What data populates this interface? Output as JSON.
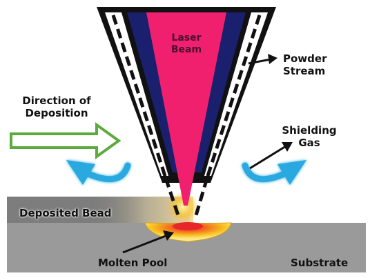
{
  "labels": {
    "laser_beam_line1": "Laser",
    "laser_beam_line2": "Beam",
    "powder_stream_line1": "Powder",
    "powder_stream_line2": "Stream",
    "direction_line1": "Direction of",
    "direction_line2": "Deposition",
    "shielding_line1": "Shielding",
    "shielding_line2": "Gas",
    "deposited_bead": "Deposited Bead",
    "molten_pool": "Molten Pool",
    "substrate": "Substrate"
  },
  "colors": {
    "nozzle_outline": "#111111",
    "nozzle_inner": "#1a1f6e",
    "laser_beam": "#f0206e",
    "direction_arrow": "#5aab3c",
    "shielding_gas_arrow": "#29a9e0",
    "substrate": "#9a9a9a",
    "deposited_bead": "#7d7d7d",
    "molten_pool_core": "#e8262a",
    "molten_pool_outer": "#f7c21e"
  },
  "icons": {
    "direction_arrow": "outlined-right-arrow-icon",
    "shielding_gas_arrows": "curved-blue-arrow-icon",
    "pointer_arrows": "black-pointer-arrow-icon"
  }
}
